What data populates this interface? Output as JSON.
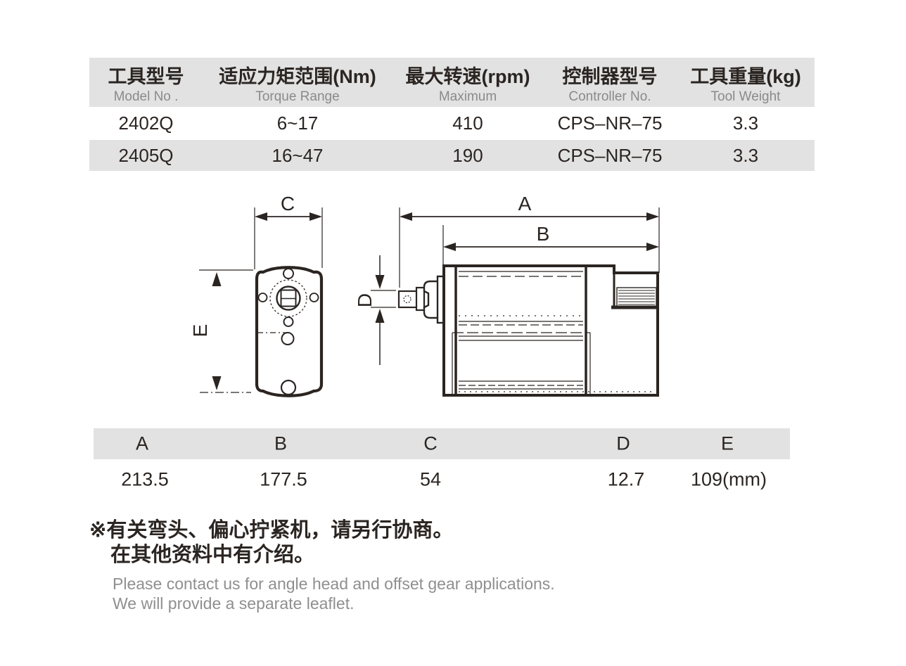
{
  "colors": {
    "ink": "#2b2522",
    "table_header_bg": "#e2e2e2",
    "row_alt_bg": "#e2e2e2",
    "subtext_gray": "#8a8a8a",
    "note_en_gray": "#8f8f8f"
  },
  "spec_table": {
    "columns": [
      {
        "zh": "工具型号",
        "en": "Model No ."
      },
      {
        "zh": "适应力矩范围(Nm)",
        "en": "Torque Range"
      },
      {
        "zh": "最大转速(rpm)",
        "en": "Maximum"
      },
      {
        "zh": "控制器型号",
        "en": "Controller No."
      },
      {
        "zh": "工具重量(kg)",
        "en": "Tool Weight"
      }
    ],
    "rows": [
      [
        "2402Q",
        "6~17",
        "410",
        "CPS–NR–75",
        "3.3"
      ],
      [
        "2405Q",
        "16~47",
        "190",
        "CPS–NR–75",
        "3.3"
      ]
    ]
  },
  "diagram": {
    "labels": {
      "a": "A",
      "b": "B",
      "c": "C",
      "d": "D",
      "e": "E"
    }
  },
  "dim_table": {
    "headers": [
      "A",
      "B",
      "C",
      "D",
      "E"
    ],
    "values": [
      "213.5",
      "177.5",
      "54",
      "12.7",
      "109(mm)"
    ]
  },
  "notes": {
    "marker": "※",
    "zh_line1": "有关弯头、偏心拧紧机，请另行协商。",
    "zh_line2": "在其他资料中有介绍。",
    "en_line1": "Please contact us for angle head and offset gear applications.",
    "en_line2": "We will provide a separate leaflet."
  }
}
